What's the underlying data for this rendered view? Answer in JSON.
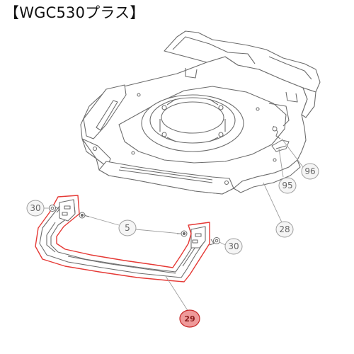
{
  "title": "【WGC530プラス】",
  "callouts": {
    "c30_left": "30",
    "c5": "5",
    "c30_right": "30",
    "c96": "96",
    "c95": "95",
    "c28": "28",
    "c29": "29"
  },
  "colors": {
    "highlight_outline": "#e53935",
    "highlight_badge_fill": "#ef9a9a",
    "highlight_badge_stroke": "#c62828",
    "callout_stroke": "#9e9e9e",
    "line_art": "#6d6d6d"
  }
}
